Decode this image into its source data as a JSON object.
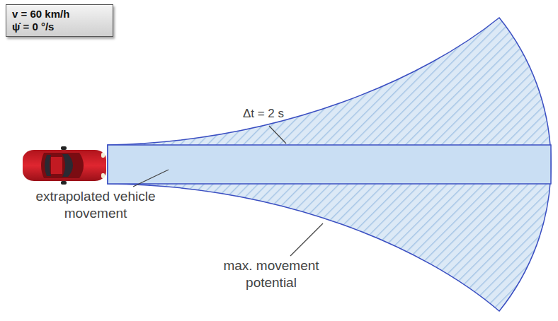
{
  "diagram": {
    "nodes": [
      {
        "text": [
          "v = 60 km/h",
          "ψ̇ = 0 °/s"
        ]
      }
    ],
    "labels": [
      "Δt = 2 s",
      "extrapolated vehicle movement",
      "max. movement potential"
    ]
  }
}
